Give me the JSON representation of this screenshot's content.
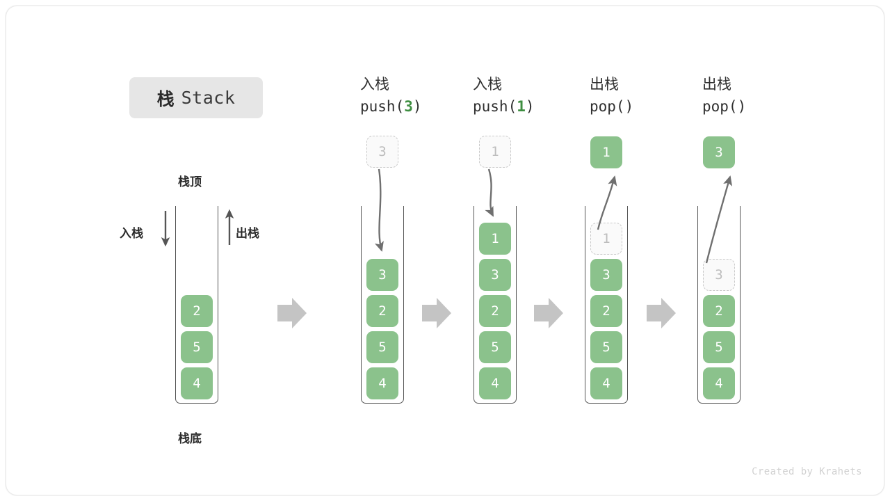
{
  "diagram": {
    "title_cjk": "栈",
    "title_latin": "Stack",
    "watermark": "Created by Krahets",
    "accent_green": "#8bc28c",
    "accent_green_text": "#3e8e41",
    "ghost_border": "#c9c9c9",
    "chip_bg": "#e6e6e6",
    "arrow_gray": "#c4c4c4",
    "line_gray": "#6f6f6f"
  },
  "annotations": {
    "top_label": "栈顶",
    "bottom_label": "栈底",
    "push_label": "入栈",
    "pop_label": "出栈"
  },
  "columns": [
    {
      "id": "initial",
      "header_line1": "",
      "header_line2_prefix": "",
      "header_line2_arg": "",
      "header_line2_suffix": "",
      "cells": [
        {
          "value": "2",
          "state": "full"
        },
        {
          "value": "5",
          "state": "full"
        },
        {
          "value": "4",
          "state": "full"
        }
      ],
      "floating": null
    },
    {
      "id": "push-3",
      "header_line1": "入栈",
      "header_line2_prefix": "push(",
      "header_line2_arg": "3",
      "header_line2_suffix": ")",
      "cells": [
        {
          "value": "3",
          "state": "full"
        },
        {
          "value": "2",
          "state": "full"
        },
        {
          "value": "5",
          "state": "full"
        },
        {
          "value": "4",
          "state": "full"
        }
      ],
      "floating": {
        "value": "3",
        "state": "ghost",
        "direction": "down"
      }
    },
    {
      "id": "push-1",
      "header_line1": "入栈",
      "header_line2_prefix": "push(",
      "header_line2_arg": "1",
      "header_line2_suffix": ")",
      "cells": [
        {
          "value": "1",
          "state": "full"
        },
        {
          "value": "3",
          "state": "full"
        },
        {
          "value": "2",
          "state": "full"
        },
        {
          "value": "5",
          "state": "full"
        },
        {
          "value": "4",
          "state": "full"
        }
      ],
      "floating": {
        "value": "1",
        "state": "ghost",
        "direction": "down"
      }
    },
    {
      "id": "pop-1",
      "header_line1": "出栈",
      "header_line2_prefix": "pop(",
      "header_line2_arg": "",
      "header_line2_suffix": ")",
      "cells": [
        {
          "value": "1",
          "state": "ghost"
        },
        {
          "value": "3",
          "state": "full"
        },
        {
          "value": "2",
          "state": "full"
        },
        {
          "value": "5",
          "state": "full"
        },
        {
          "value": "4",
          "state": "full"
        }
      ],
      "floating": {
        "value": "1",
        "state": "full",
        "direction": "up"
      }
    },
    {
      "id": "pop-2",
      "header_line1": "出栈",
      "header_line2_prefix": "pop(",
      "header_line2_arg": "",
      "header_line2_suffix": ")",
      "cells": [
        {
          "value": "3",
          "state": "ghost"
        },
        {
          "value": "2",
          "state": "full"
        },
        {
          "value": "5",
          "state": "full"
        },
        {
          "value": "4",
          "state": "full"
        }
      ],
      "floating": {
        "value": "3",
        "state": "full",
        "direction": "up"
      }
    }
  ]
}
